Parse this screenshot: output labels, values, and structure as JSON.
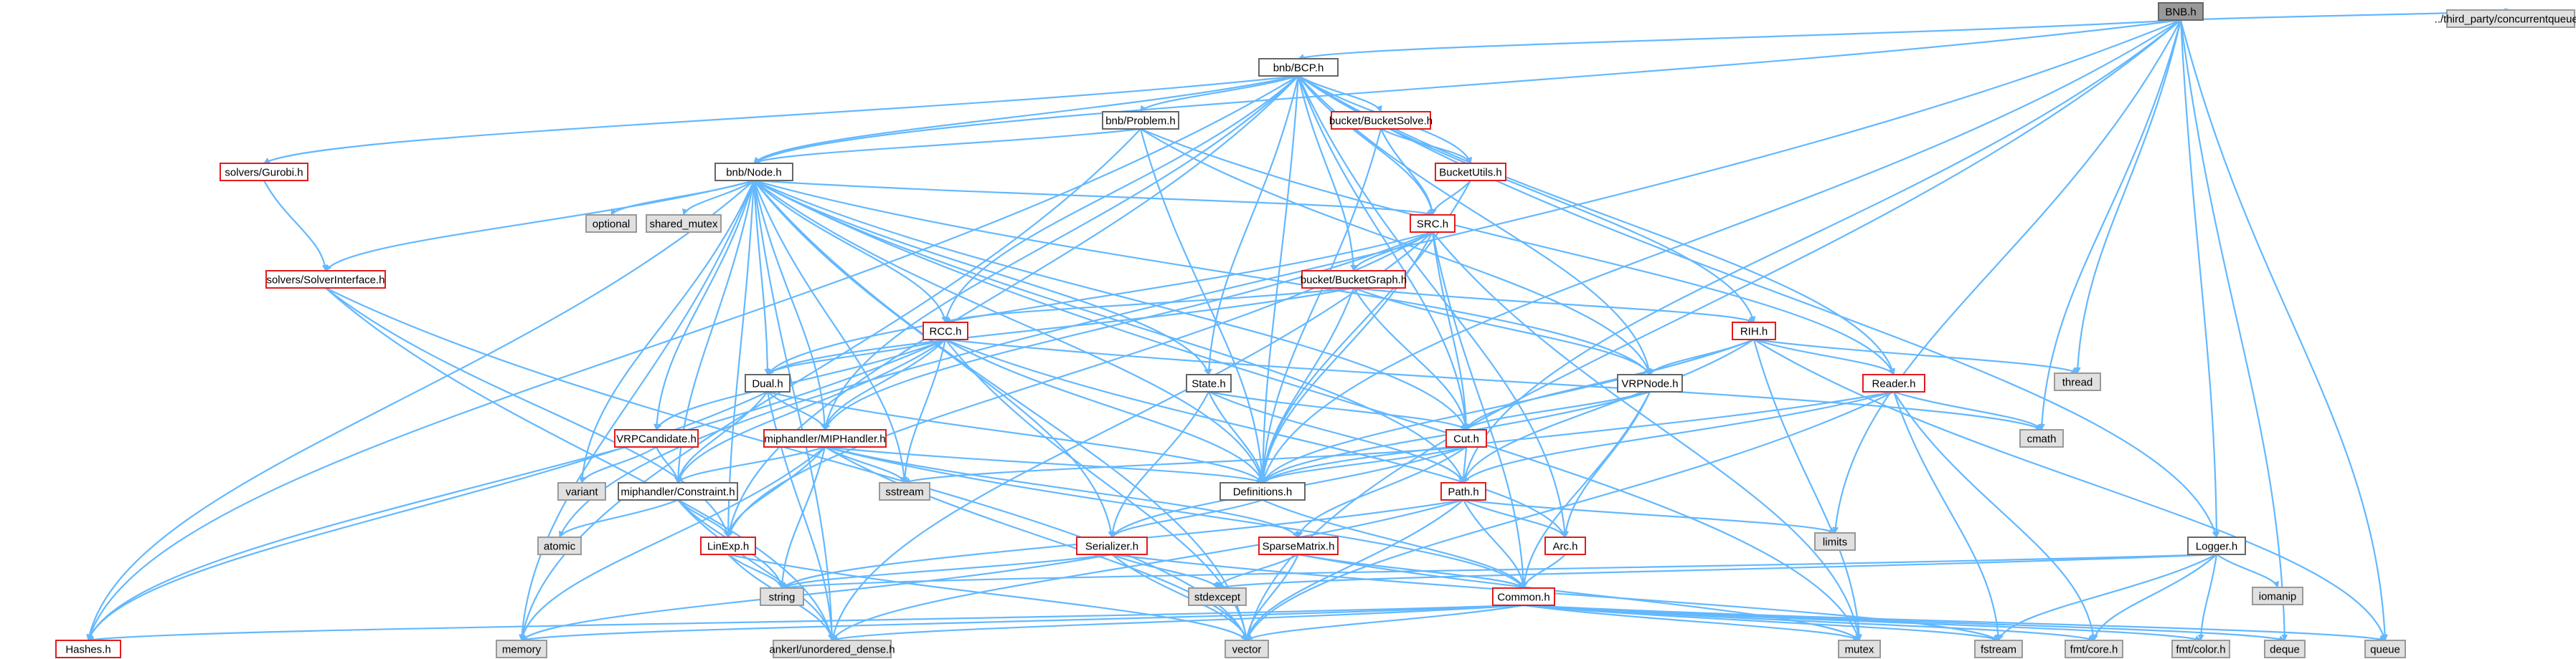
{
  "graph": {
    "nodes": [
      {
        "id": "BNB",
        "label": "BNB.h",
        "kind": "root"
      },
      {
        "id": "third_party",
        "label": "../third_party/concurrentqueue.h",
        "kind": "grey"
      },
      {
        "id": "BCP",
        "label": "bnb/BCP.h",
        "kind": "black"
      },
      {
        "id": "BucketSolve",
        "label": "bucket/BucketSolve.h",
        "kind": "red"
      },
      {
        "id": "Problem",
        "label": "bnb/Problem.h",
        "kind": "black"
      },
      {
        "id": "Gurobi",
        "label": "solvers/Gurobi.h",
        "kind": "red"
      },
      {
        "id": "Node",
        "label": "bnb/Node.h",
        "kind": "black"
      },
      {
        "id": "BucketUtils",
        "label": "BucketUtils.h",
        "kind": "red"
      },
      {
        "id": "optional",
        "label": "optional",
        "kind": "grey"
      },
      {
        "id": "shared_mutex",
        "label": "shared_mutex",
        "kind": "grey"
      },
      {
        "id": "SRC",
        "label": "SRC.h",
        "kind": "red"
      },
      {
        "id": "SolverInterface",
        "label": "solvers/SolverInterface.h",
        "kind": "red"
      },
      {
        "id": "BucketGraph",
        "label": "bucket/BucketGraph.h",
        "kind": "red"
      },
      {
        "id": "RCC",
        "label": "RCC.h",
        "kind": "red"
      },
      {
        "id": "RIH",
        "label": "RIH.h",
        "kind": "red"
      },
      {
        "id": "thread",
        "label": "thread",
        "kind": "grey"
      },
      {
        "id": "Dual",
        "label": "Dual.h",
        "kind": "black"
      },
      {
        "id": "State",
        "label": "State.h",
        "kind": "black"
      },
      {
        "id": "VRPNode",
        "label": "VRPNode.h",
        "kind": "black"
      },
      {
        "id": "Reader",
        "label": "Reader.h",
        "kind": "red"
      },
      {
        "id": "cmath",
        "label": "cmath",
        "kind": "grey"
      },
      {
        "id": "VRPCandidate",
        "label": "VRPCandidate.h",
        "kind": "red"
      },
      {
        "id": "MIPHandler",
        "label": "miphandler/MIPHandler.h",
        "kind": "red"
      },
      {
        "id": "Cut",
        "label": "Cut.h",
        "kind": "red"
      },
      {
        "id": "variant",
        "label": "variant",
        "kind": "grey"
      },
      {
        "id": "sstream",
        "label": "sstream",
        "kind": "grey"
      },
      {
        "id": "Constraint",
        "label": "miphandler/Constraint.h",
        "kind": "black"
      },
      {
        "id": "Definitions",
        "label": "Definitions.h",
        "kind": "black"
      },
      {
        "id": "Path",
        "label": "Path.h",
        "kind": "red"
      },
      {
        "id": "atomic",
        "label": "atomic",
        "kind": "grey"
      },
      {
        "id": "LinExp",
        "label": "LinExp.h",
        "kind": "red"
      },
      {
        "id": "Serializer",
        "label": "Serializer.h",
        "kind": "red"
      },
      {
        "id": "SparseMatrix",
        "label": "SparseMatrix.h",
        "kind": "red"
      },
      {
        "id": "Arc",
        "label": "Arc.h",
        "kind": "red"
      },
      {
        "id": "limits",
        "label": "limits",
        "kind": "grey"
      },
      {
        "id": "Logger",
        "label": "Logger.h",
        "kind": "black"
      },
      {
        "id": "iomanip",
        "label": "iomanip",
        "kind": "grey"
      },
      {
        "id": "string",
        "label": "string",
        "kind": "grey"
      },
      {
        "id": "stdexcept",
        "label": "stdexcept",
        "kind": "grey"
      },
      {
        "id": "Common",
        "label": "Common.h",
        "kind": "red"
      },
      {
        "id": "Hashes",
        "label": "Hashes.h",
        "kind": "red"
      },
      {
        "id": "memory",
        "label": "memory",
        "kind": "grey"
      },
      {
        "id": "ankerl",
        "label": "ankerl/unordered_dense.h",
        "kind": "grey"
      },
      {
        "id": "vector",
        "label": "vector",
        "kind": "grey"
      },
      {
        "id": "mutex",
        "label": "mutex",
        "kind": "grey"
      },
      {
        "id": "fstream",
        "label": "fstream",
        "kind": "grey"
      },
      {
        "id": "fmtcore",
        "label": "fmt/core.h",
        "kind": "grey"
      },
      {
        "id": "fmtcolor",
        "label": "fmt/color.h",
        "kind": "grey"
      },
      {
        "id": "deque",
        "label": "deque",
        "kind": "grey"
      },
      {
        "id": "queue",
        "label": "queue",
        "kind": "grey"
      }
    ],
    "edges": [
      [
        "BNB",
        "third_party"
      ],
      [
        "BNB",
        "BCP"
      ],
      [
        "BNB",
        "Node"
      ],
      [
        "BNB",
        "thread"
      ],
      [
        "BNB",
        "cmath"
      ],
      [
        "BNB",
        "limits"
      ],
      [
        "BNB",
        "Logger"
      ],
      [
        "BNB",
        "deque"
      ],
      [
        "BNB",
        "queue"
      ],
      [
        "BNB",
        "vector"
      ],
      [
        "BNB",
        "atomic"
      ],
      [
        "BNB",
        "Definitions"
      ],
      [
        "BNB",
        "Path"
      ],
      [
        "BCP",
        "BucketSolve"
      ],
      [
        "BCP",
        "Problem"
      ],
      [
        "BCP",
        "Gurobi"
      ],
      [
        "BCP",
        "Node"
      ],
      [
        "BCP",
        "BucketUtils"
      ],
      [
        "BCP",
        "BucketGraph"
      ],
      [
        "BCP",
        "RCC"
      ],
      [
        "BCP",
        "RIH"
      ],
      [
        "BCP",
        "State"
      ],
      [
        "BCP",
        "VRPNode"
      ],
      [
        "BCP",
        "Reader"
      ],
      [
        "BCP",
        "Cut"
      ],
      [
        "BCP",
        "Definitions"
      ],
      [
        "BCP",
        "Logger"
      ],
      [
        "BCP",
        "Hashes"
      ],
      [
        "BCP",
        "MIPHandler"
      ],
      [
        "BCP",
        "LinExp"
      ],
      [
        "BCP",
        "Arc"
      ],
      [
        "BCP",
        "SRC"
      ],
      [
        "BucketSolve",
        "BucketUtils"
      ],
      [
        "BucketSolve",
        "SRC"
      ],
      [
        "BucketSolve",
        "Definitions"
      ],
      [
        "Problem",
        "Node"
      ],
      [
        "Problem",
        "Reader"
      ],
      [
        "Problem",
        "Definitions"
      ],
      [
        "Problem",
        "VRPNode"
      ],
      [
        "Problem",
        "memory"
      ],
      [
        "Gurobi",
        "SolverInterface"
      ],
      [
        "Node",
        "optional"
      ],
      [
        "Node",
        "shared_mutex"
      ],
      [
        "Node",
        "SRC"
      ],
      [
        "Node",
        "SolverInterface"
      ],
      [
        "Node",
        "Dual"
      ],
      [
        "Node",
        "State"
      ],
      [
        "Node",
        "VRPCandidate"
      ],
      [
        "Node",
        "MIPHandler"
      ],
      [
        "Node",
        "Definitions"
      ],
      [
        "Node",
        "Hashes"
      ],
      [
        "Node",
        "variant"
      ],
      [
        "Node",
        "sstream"
      ],
      [
        "Node",
        "LinExp"
      ],
      [
        "Node",
        "Serializer"
      ],
      [
        "Node",
        "memory"
      ],
      [
        "Node",
        "ankerl"
      ],
      [
        "Node",
        "vector"
      ],
      [
        "Node",
        "mutex"
      ],
      [
        "Node",
        "VRPNode"
      ],
      [
        "Node",
        "Constraint"
      ],
      [
        "Node",
        "Cut"
      ],
      [
        "Node",
        "Path"
      ],
      [
        "Node",
        "RCC"
      ],
      [
        "BucketUtils",
        "SRC"
      ],
      [
        "BucketUtils",
        "Definitions"
      ],
      [
        "SRC",
        "BucketGraph"
      ],
      [
        "SRC",
        "Cut"
      ],
      [
        "SRC",
        "Definitions"
      ],
      [
        "SRC",
        "ankerl"
      ],
      [
        "SRC",
        "Common"
      ],
      [
        "SRC",
        "MIPHandler"
      ],
      [
        "SRC",
        "Dual"
      ],
      [
        "SRC",
        "mutex"
      ],
      [
        "SRC",
        "LinExp"
      ],
      [
        "SolverInterface",
        "LinExp"
      ],
      [
        "SolverInterface",
        "vector"
      ],
      [
        "SolverInterface",
        "ankerl"
      ],
      [
        "BucketGraph",
        "RCC"
      ],
      [
        "BucketGraph",
        "RIH"
      ],
      [
        "BucketGraph",
        "VRPNode"
      ],
      [
        "BucketGraph",
        "Definitions"
      ],
      [
        "BucketGraph",
        "Cut"
      ],
      [
        "BucketGraph",
        "Dual"
      ],
      [
        "RCC",
        "Dual"
      ],
      [
        "RCC",
        "MIPHandler"
      ],
      [
        "RCC",
        "VRPCandidate"
      ],
      [
        "RCC",
        "Definitions"
      ],
      [
        "RCC",
        "Hashes"
      ],
      [
        "RCC",
        "cmath"
      ],
      [
        "RCC",
        "vector"
      ],
      [
        "RCC",
        "Constraint"
      ],
      [
        "RCC",
        "Arc"
      ],
      [
        "RCC",
        "sstream"
      ],
      [
        "RIH",
        "thread"
      ],
      [
        "RIH",
        "VRPNode"
      ],
      [
        "RIH",
        "Reader"
      ],
      [
        "RIH",
        "Cut"
      ],
      [
        "RIH",
        "Path"
      ],
      [
        "RIH",
        "Definitions"
      ],
      [
        "RIH",
        "queue"
      ],
      [
        "RIH",
        "mutex"
      ],
      [
        "Dual",
        "MIPHandler"
      ],
      [
        "Dual",
        "Constraint"
      ],
      [
        "Dual",
        "Hashes"
      ],
      [
        "Dual",
        "Definitions"
      ],
      [
        "Dual",
        "ankerl"
      ],
      [
        "State",
        "Cut"
      ],
      [
        "State",
        "Path"
      ],
      [
        "State",
        "Serializer"
      ],
      [
        "State",
        "Definitions"
      ],
      [
        "VRPNode",
        "Cut"
      ],
      [
        "VRPNode",
        "Definitions"
      ],
      [
        "VRPNode",
        "Arc"
      ],
      [
        "VRPNode",
        "Common"
      ],
      [
        "Reader",
        "cmath"
      ],
      [
        "Reader",
        "Definitions"
      ],
      [
        "Reader",
        "Path"
      ],
      [
        "Reader",
        "vector"
      ],
      [
        "Reader",
        "fstream"
      ],
      [
        "Reader",
        "fmtcore"
      ],
      [
        "VRPCandidate",
        "variant"
      ],
      [
        "VRPCandidate",
        "Constraint"
      ],
      [
        "MIPHandler",
        "Constraint"
      ],
      [
        "MIPHandler",
        "LinExp"
      ],
      [
        "MIPHandler",
        "sstream"
      ],
      [
        "MIPHandler",
        "string"
      ],
      [
        "MIPHandler",
        "Definitions"
      ],
      [
        "MIPHandler",
        "memory"
      ],
      [
        "MIPHandler",
        "SparseMatrix"
      ],
      [
        "MIPHandler",
        "Common"
      ],
      [
        "MIPHandler",
        "vector"
      ],
      [
        "Cut",
        "Definitions"
      ],
      [
        "Cut",
        "Path"
      ],
      [
        "Cut",
        "SparseMatrix"
      ],
      [
        "Cut",
        "Serializer"
      ],
      [
        "Cut",
        "sstream"
      ],
      [
        "Constraint",
        "atomic"
      ],
      [
        "Constraint",
        "LinExp"
      ],
      [
        "Constraint",
        "ankerl"
      ],
      [
        "Constraint",
        "string"
      ],
      [
        "Definitions",
        "Common"
      ],
      [
        "Definitions",
        "Serializer"
      ],
      [
        "Path",
        "Arc"
      ],
      [
        "Path",
        "Common"
      ],
      [
        "Path",
        "limits"
      ],
      [
        "Path",
        "vector"
      ],
      [
        "Path",
        "ankerl"
      ],
      [
        "Path",
        "string"
      ],
      [
        "LinExp",
        "ankerl"
      ],
      [
        "LinExp",
        "string"
      ],
      [
        "LinExp",
        "vector"
      ],
      [
        "Serializer",
        "string"
      ],
      [
        "Serializer",
        "stdexcept"
      ],
      [
        "Serializer",
        "vector"
      ],
      [
        "Serializer",
        "fstream"
      ],
      [
        "Serializer",
        "memory"
      ],
      [
        "SparseMatrix",
        "stdexcept"
      ],
      [
        "SparseMatrix",
        "vector"
      ],
      [
        "SparseMatrix",
        "Common"
      ],
      [
        "SparseMatrix",
        "mutex"
      ],
      [
        "Arc",
        "Common"
      ],
      [
        "Logger",
        "iomanip"
      ],
      [
        "Logger",
        "string"
      ],
      [
        "Logger",
        "stdexcept"
      ],
      [
        "Logger",
        "fstream"
      ],
      [
        "Logger",
        "fmtcore"
      ],
      [
        "Logger",
        "fmtcolor"
      ],
      [
        "Common",
        "Hashes"
      ],
      [
        "Common",
        "memory"
      ],
      [
        "Common",
        "ankerl"
      ],
      [
        "Common",
        "vector"
      ],
      [
        "Common",
        "mutex"
      ],
      [
        "Common",
        "fstream"
      ],
      [
        "Common",
        "fmtcore"
      ],
      [
        "Common",
        "fmtcolor"
      ],
      [
        "Common",
        "deque"
      ],
      [
        "Common",
        "queue"
      ]
    ]
  }
}
